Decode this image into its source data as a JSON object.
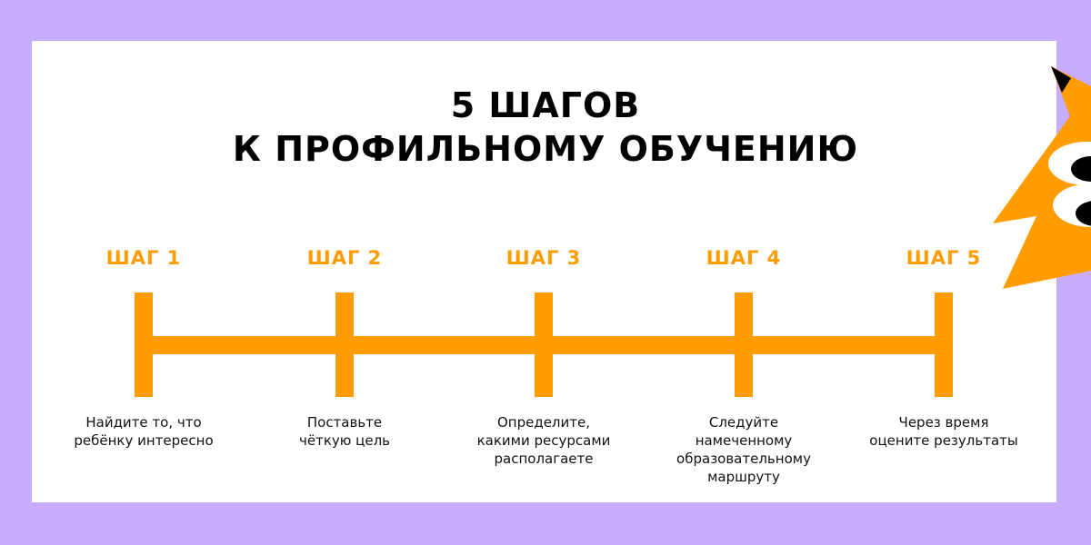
{
  "title": {
    "line1": "5 ШАГОВ",
    "line2": "К ПРОФИЛЬНОМУ ОБУЧЕНИЮ"
  },
  "colors": {
    "background": "#c8adff",
    "card": "#ffffff",
    "accent": "#ff9c00",
    "text": "#000000"
  },
  "mascot": "fox-icon",
  "steps": [
    {
      "label": "ШАГ 1",
      "line1": "Найдите то, что",
      "line2": "ребёнку интересно",
      "line3": "",
      "line4": ""
    },
    {
      "label": "ШАГ 2",
      "line1": "Поставьте",
      "line2": "чёткую цель",
      "line3": "",
      "line4": ""
    },
    {
      "label": "ШАГ 3",
      "line1": "Определите,",
      "line2": "какими ресурсами",
      "line3": "располагаете",
      "line4": ""
    },
    {
      "label": "ШАГ 4",
      "line1": "Следуйте",
      "line2": "намеченному",
      "line3": "образовательному",
      "line4": "маршруту"
    },
    {
      "label": "ШАГ 5",
      "line1": "Через время",
      "line2": "оцените результаты",
      "line3": "",
      "line4": ""
    }
  ]
}
